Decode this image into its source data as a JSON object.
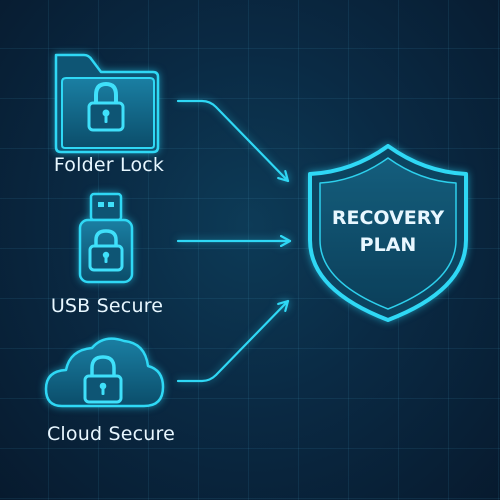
{
  "sources": [
    {
      "label": "Folder Lock",
      "icon": "folder-lock-icon"
    },
    {
      "label": "USB Secure",
      "icon": "usb-lock-icon"
    },
    {
      "label": "Cloud Secure",
      "icon": "cloud-lock-icon"
    }
  ],
  "target": {
    "line1": "RECOVERY",
    "line2": "PLAN",
    "icon": "shield-icon"
  },
  "colors": {
    "background": "#0a2a44",
    "accent": "#2fd8f5",
    "shield_fill": "#12506e",
    "text": "#e8f7ff"
  }
}
